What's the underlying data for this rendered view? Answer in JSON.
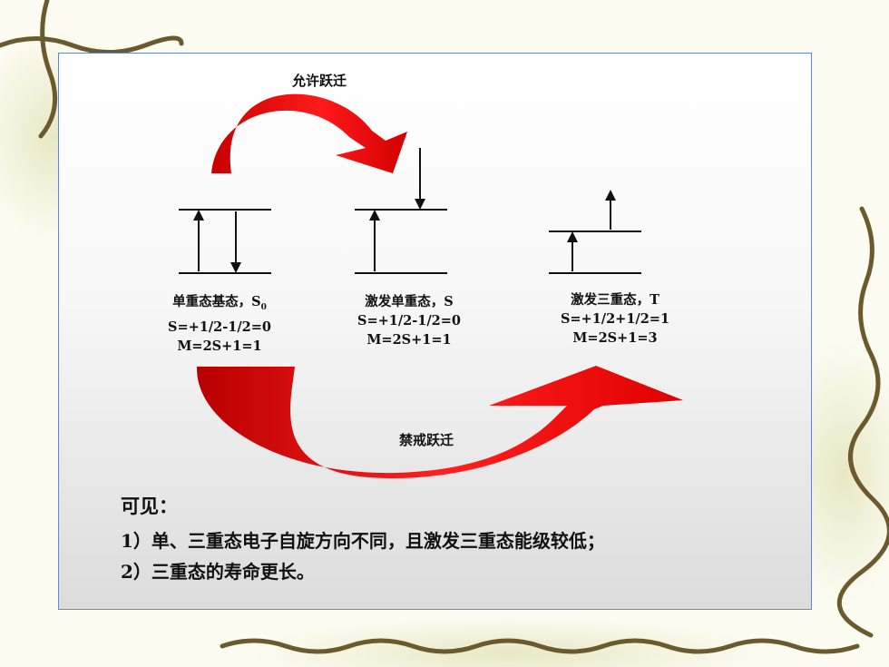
{
  "slide": {
    "diagram": {
      "allowed_transition": "允许跃迁",
      "forbidden_transition": "禁戒跃迁",
      "states": [
        {
          "name": "单重态基态，S",
          "sub": "0",
          "spin": "S=+1/2-1/2=0",
          "multiplicity": "M=2S+1=1"
        },
        {
          "name": "激发单重态，S",
          "sub": "",
          "spin": "S=+1/2-1/2=0",
          "multiplicity": "M=2S+1=1"
        },
        {
          "name": "激发三重态，T",
          "sub": "",
          "spin": "S=+1/2+1/2=1",
          "multiplicity": "M=2S+1=3"
        }
      ]
    },
    "notes": {
      "heading": "可见：",
      "items": [
        "1）单、三重态电子自旋方向不同，且激发三重态能级较低；",
        "2）三重态的寿命更长。"
      ]
    },
    "colors": {
      "arrow_red": "#e30000",
      "panel_border": "#6a85c8",
      "vine": "#6b5a2e"
    }
  }
}
